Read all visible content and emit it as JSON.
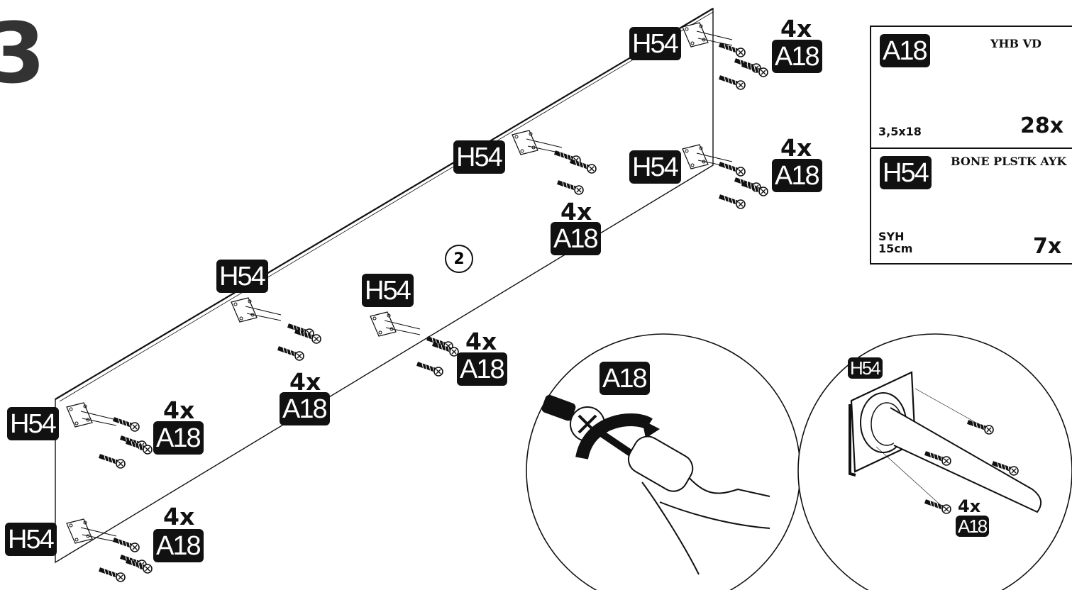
{
  "step_number": "3",
  "sub_step": "2",
  "labels": {
    "bracket": "H54",
    "screw": "A18",
    "qty": "4x"
  },
  "detail_screw": {
    "tag": "A18"
  },
  "detail_bracket": {
    "tag": "H54",
    "qty": "4x",
    "screw_tag": "A18"
  },
  "parts": [
    {
      "code": "A18",
      "name": "YHB VD",
      "size": "3,5x18",
      "count": "28x",
      "icon": "screw-icon"
    },
    {
      "code": "H54",
      "name": "BONE PLSTK AYK",
      "size_line1": "SYH",
      "size_line2": "15cm",
      "count": "7x",
      "icon": "leg-bracket-icon"
    }
  ]
}
